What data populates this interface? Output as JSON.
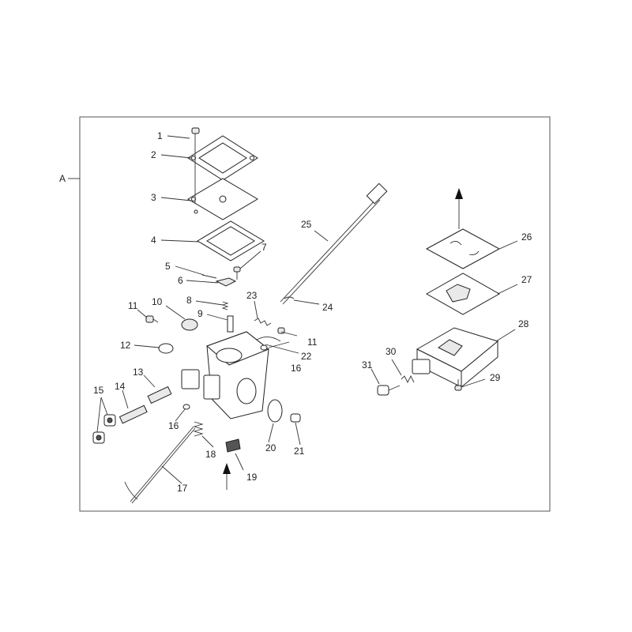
{
  "section_label": "A",
  "callouts": [
    "1",
    "2",
    "3",
    "4",
    "5",
    "6",
    "7",
    "8",
    "9",
    "10",
    "11",
    "11",
    "12",
    "13",
    "14",
    "15",
    "16",
    "16",
    "17",
    "18",
    "19",
    "20",
    "21",
    "22",
    "23",
    "24",
    "25",
    "26",
    "27",
    "28",
    "29",
    "30",
    "31"
  ]
}
